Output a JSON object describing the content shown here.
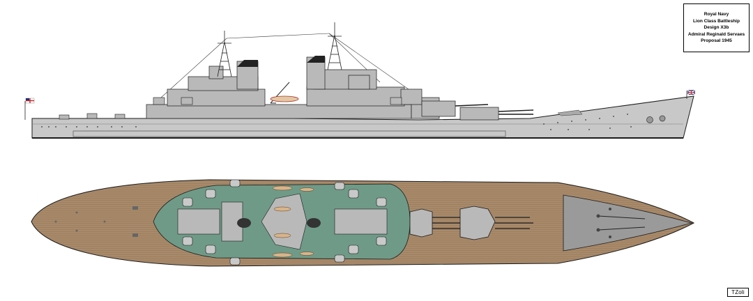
{
  "title_block": {
    "lines": [
      "Royal Navy",
      "Lion Class Battleship",
      "Design X3b",
      "Admiral Reginald Servaes",
      "Proposal 1945"
    ]
  },
  "signature": "TZoli",
  "colors": {
    "hull_grey": "#c8c8c8",
    "superstructure_grey": "#b9b9b9",
    "outline": "#1a1a1a",
    "deck_wood": "#a88a6a",
    "deck_plank_line": "#8a6e52",
    "superstructure_green": "#6f9a88",
    "forecastle_grey": "#9a9a9a",
    "ensign_red": "#cc2222",
    "ensign_blue": "#1f2f7a"
  },
  "icons": {
    "stern_flag": "white-ensign-icon",
    "bow_flag": "union-jack-icon"
  }
}
